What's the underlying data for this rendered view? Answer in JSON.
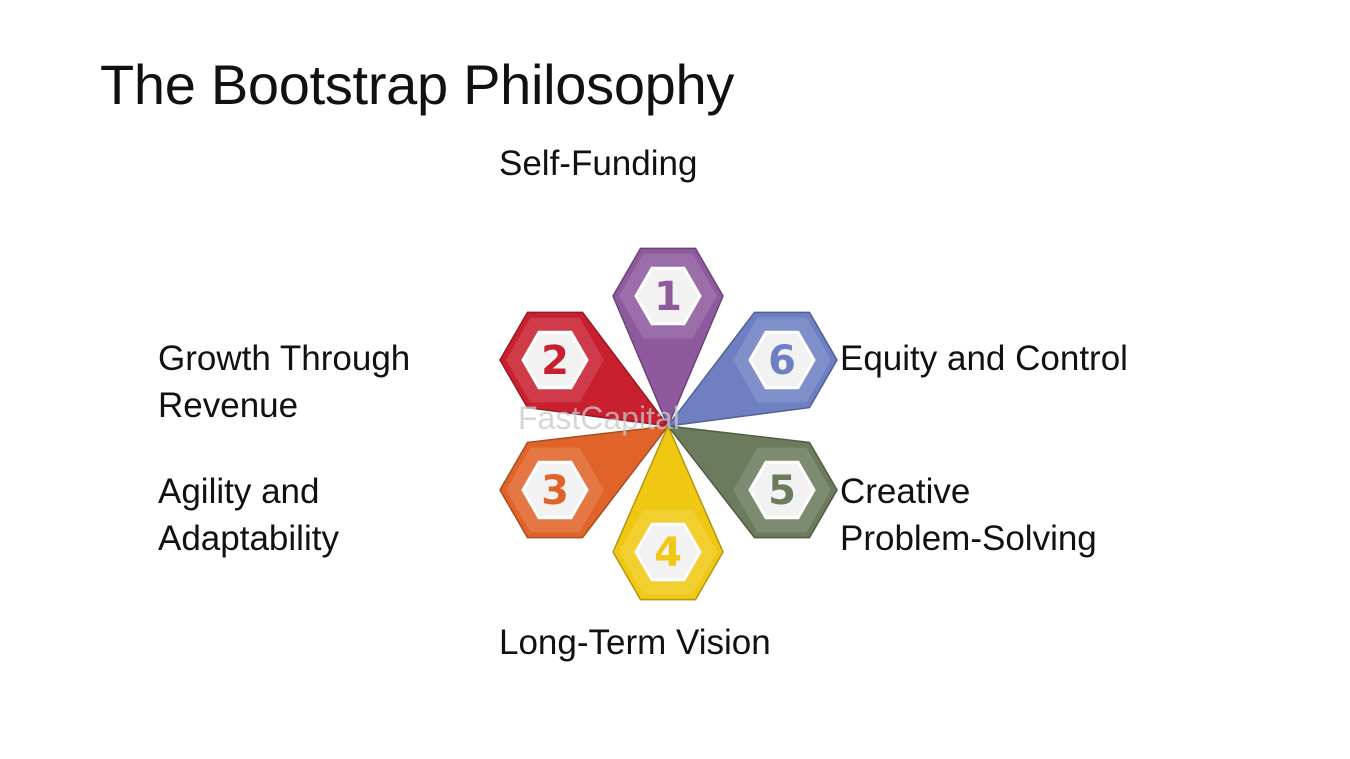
{
  "title": "The Bootstrap Philosophy",
  "watermark": "FastCapital",
  "items": [
    {
      "number": "1",
      "color": "#8e5a9d",
      "lines": [
        "Self-Funding"
      ]
    },
    {
      "number": "2",
      "color": "#c8202f",
      "lines": [
        "Growth Through",
        "Revenue"
      ]
    },
    {
      "number": "3",
      "color": "#e0642a",
      "lines": [
        "Agility and",
        "Adaptability"
      ]
    },
    {
      "number": "4",
      "color": "#f0c814",
      "lines": [
        "Long-Term Vision"
      ]
    },
    {
      "number": "5",
      "color": "#6b7b5c",
      "lines": [
        "Creative",
        "Problem-Solving"
      ]
    },
    {
      "number": "6",
      "color": "#6e80c2",
      "lines": [
        "Equity and Control"
      ]
    }
  ]
}
